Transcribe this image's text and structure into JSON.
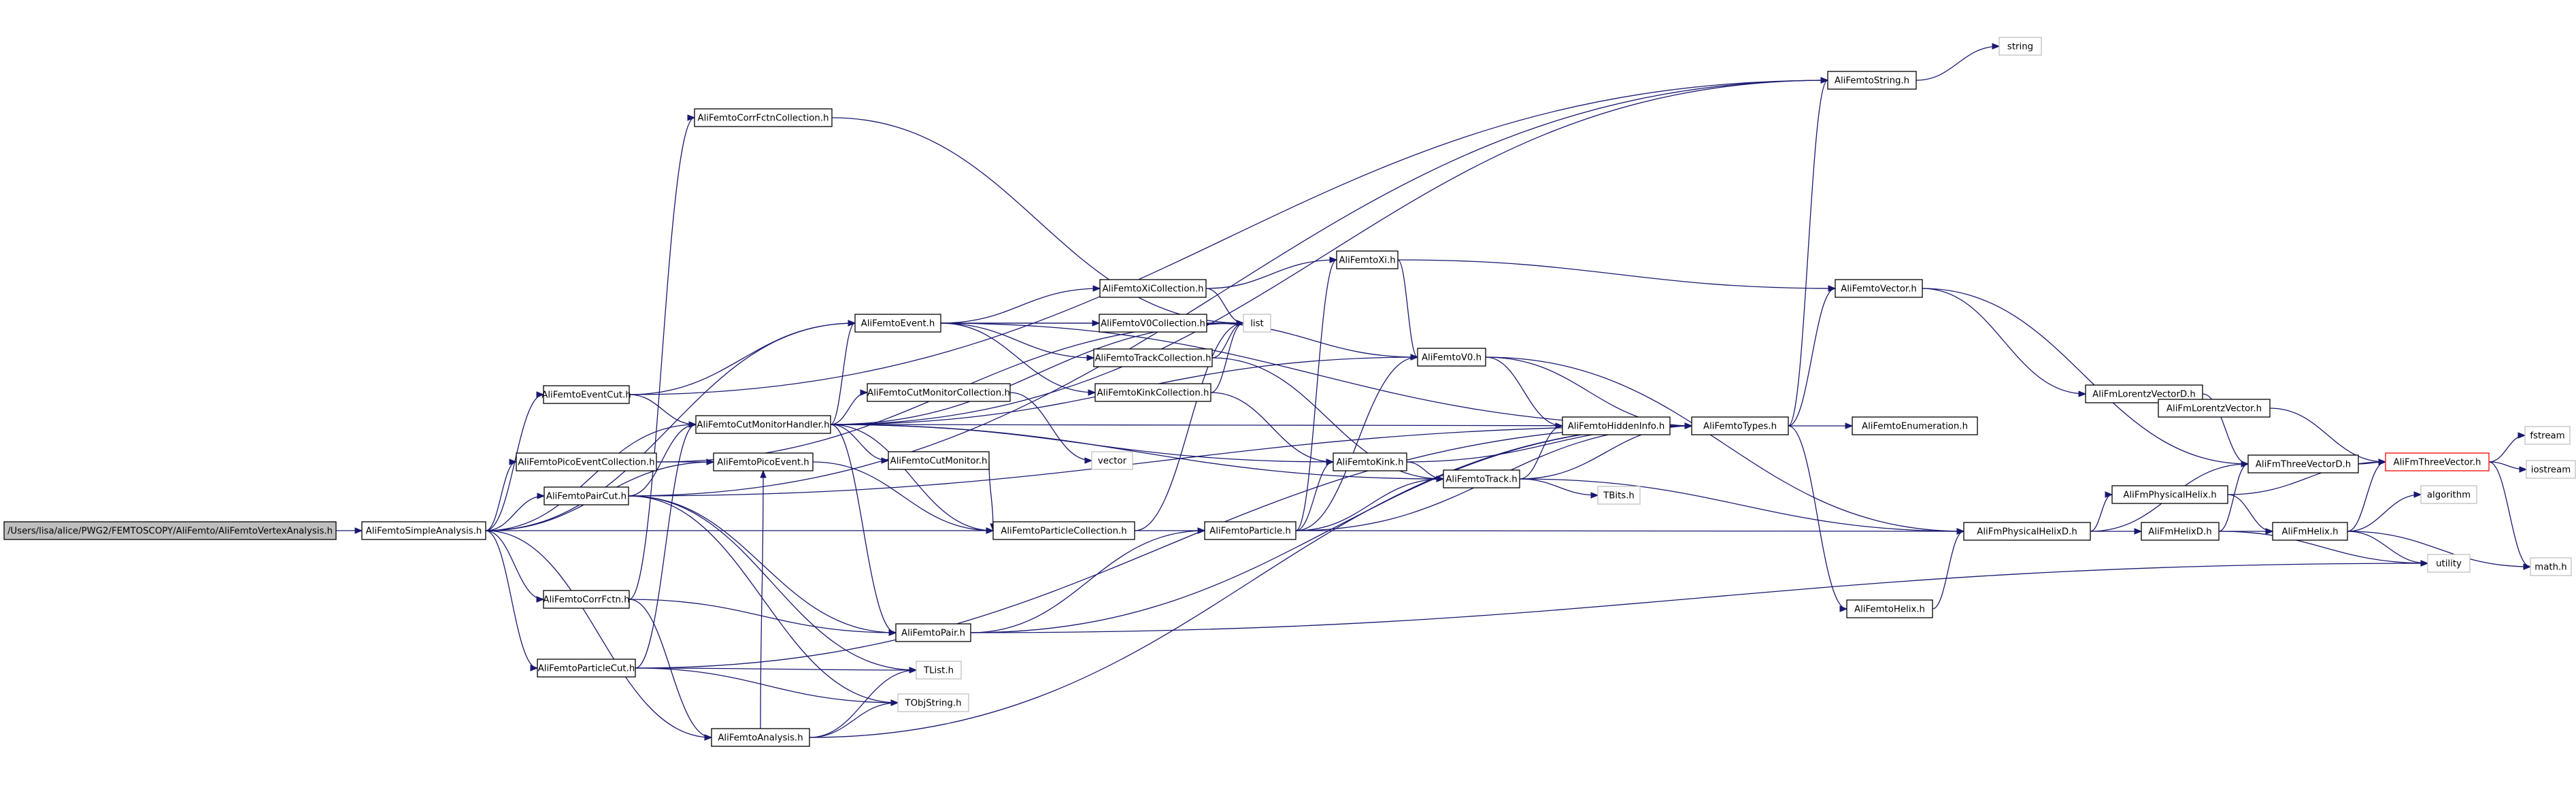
{
  "graph": {
    "colors": {
      "edge": "#191970",
      "node_border": "#000000",
      "external_border": "#bfbfbf",
      "root_fill": "#bfbfbf",
      "truncated_border": "#ff0000"
    },
    "nodes": [
      {
        "id": "root",
        "label": "/Users/lisa/alice/PWG2/FEMTOSCOPY/AliFemto/AliFemtoVertexAnalysis.h",
        "kind": "root"
      },
      {
        "id": "simple",
        "label": "AliFemtoSimpleAnalysis.h",
        "kind": "local"
      },
      {
        "id": "eventcut",
        "label": "AliFemtoEventCut.h",
        "kind": "local"
      },
      {
        "id": "picocoll",
        "label": "AliFemtoPicoEventCollection.h",
        "kind": "local"
      },
      {
        "id": "paircut",
        "label": "AliFemtoPairCut.h",
        "kind": "local"
      },
      {
        "id": "corrfctn",
        "label": "AliFemtoCorrFctn.h",
        "kind": "local"
      },
      {
        "id": "particlecut",
        "label": "AliFemtoParticleCut.h",
        "kind": "local"
      },
      {
        "id": "corrcoll",
        "label": "AliFemtoCorrFctnCollection.h",
        "kind": "local"
      },
      {
        "id": "cmhandler",
        "label": "AliFemtoCutMonitorHandler.h",
        "kind": "local"
      },
      {
        "id": "picoevent",
        "label": "AliFemtoPicoEvent.h",
        "kind": "local"
      },
      {
        "id": "analysis",
        "label": "AliFemtoAnalysis.h",
        "kind": "local"
      },
      {
        "id": "event",
        "label": "AliFemtoEvent.h",
        "kind": "local"
      },
      {
        "id": "cmcoll",
        "label": "AliFemtoCutMonitorCollection.h",
        "kind": "local"
      },
      {
        "id": "cutmon",
        "label": "AliFemtoCutMonitor.h",
        "kind": "local"
      },
      {
        "id": "partcoll",
        "label": "AliFemtoParticleCollection.h",
        "kind": "local"
      },
      {
        "id": "pair",
        "label": "AliFemtoPair.h",
        "kind": "local"
      },
      {
        "id": "tlist",
        "label": "TList.h",
        "kind": "external"
      },
      {
        "id": "tobjstring",
        "label": "TObjString.h",
        "kind": "external"
      },
      {
        "id": "xicoll",
        "label": "AliFemtoXiCollection.h",
        "kind": "local"
      },
      {
        "id": "v0coll",
        "label": "AliFemtoV0Collection.h",
        "kind": "local"
      },
      {
        "id": "trackcoll",
        "label": "AliFemtoTrackCollection.h",
        "kind": "local"
      },
      {
        "id": "kinkcoll",
        "label": "AliFemtoKinkCollection.h",
        "kind": "local"
      },
      {
        "id": "list",
        "label": "list",
        "kind": "external"
      },
      {
        "id": "vector",
        "label": "vector",
        "kind": "external"
      },
      {
        "id": "particle",
        "label": "AliFemtoParticle.h",
        "kind": "local"
      },
      {
        "id": "xi",
        "label": "AliFemtoXi.h",
        "kind": "local"
      },
      {
        "id": "v0",
        "label": "AliFemtoV0.h",
        "kind": "local"
      },
      {
        "id": "kink",
        "label": "AliFemtoKink.h",
        "kind": "local"
      },
      {
        "id": "track",
        "label": "AliFemtoTrack.h",
        "kind": "local"
      },
      {
        "id": "hidden",
        "label": "AliFemtoHiddenInfo.h",
        "kind": "local"
      },
      {
        "id": "tbits",
        "label": "TBits.h",
        "kind": "external"
      },
      {
        "id": "types",
        "label": "AliFemtoTypes.h",
        "kind": "local"
      },
      {
        "id": "femstring",
        "label": "AliFemtoString.h",
        "kind": "local"
      },
      {
        "id": "string",
        "label": "string",
        "kind": "external"
      },
      {
        "id": "femvector",
        "label": "AliFemtoVector.h",
        "kind": "local"
      },
      {
        "id": "enumer",
        "label": "AliFemtoEnumeration.h",
        "kind": "local"
      },
      {
        "id": "femhelix",
        "label": "AliFemtoHelix.h",
        "kind": "local"
      },
      {
        "id": "lorentzd",
        "label": "AliFmLorentzVectorD.h",
        "kind": "local"
      },
      {
        "id": "lorentz",
        "label": "AliFmLorentzVector.h",
        "kind": "local"
      },
      {
        "id": "threevecd",
        "label": "AliFmThreeVectorD.h",
        "kind": "local"
      },
      {
        "id": "threevec",
        "label": "AliFmThreeVector.h",
        "kind": "truncated"
      },
      {
        "id": "physhelix",
        "label": "AliFmPhysicalHelix.h",
        "kind": "local"
      },
      {
        "id": "physhelixd",
        "label": "AliFmPhysicalHelixD.h",
        "kind": "local"
      },
      {
        "id": "helixd",
        "label": "AliFmHelixD.h",
        "kind": "local"
      },
      {
        "id": "helix",
        "label": "AliFmHelix.h",
        "kind": "local"
      },
      {
        "id": "algorithm",
        "label": "algorithm",
        "kind": "external"
      },
      {
        "id": "utility",
        "label": "utility",
        "kind": "external"
      },
      {
        "id": "fstream",
        "label": "fstream",
        "kind": "external"
      },
      {
        "id": "iostream",
        "label": "iostream",
        "kind": "external"
      },
      {
        "id": "math",
        "label": "math.h",
        "kind": "external"
      }
    ],
    "edges": [
      [
        "root",
        "simple"
      ],
      [
        "simple",
        "eventcut"
      ],
      [
        "simple",
        "picocoll"
      ],
      [
        "simple",
        "paircut"
      ],
      [
        "simple",
        "corrfctn"
      ],
      [
        "simple",
        "particlecut"
      ],
      [
        "simple",
        "analysis"
      ],
      [
        "simple",
        "cmhandler"
      ],
      [
        "simple",
        "event"
      ],
      [
        "simple",
        "picoevent"
      ],
      [
        "simple",
        "partcoll"
      ],
      [
        "eventcut",
        "femstring"
      ],
      [
        "eventcut",
        "cmhandler"
      ],
      [
        "eventcut",
        "event"
      ],
      [
        "picocoll",
        "picoevent"
      ],
      [
        "picocoll",
        "list"
      ],
      [
        "paircut",
        "femstring"
      ],
      [
        "paircut",
        "pair"
      ],
      [
        "paircut",
        "cmhandler"
      ],
      [
        "paircut",
        "tlist"
      ],
      [
        "paircut",
        "tobjstring"
      ],
      [
        "paircut",
        "types"
      ],
      [
        "corrfctn",
        "pair"
      ],
      [
        "corrfctn",
        "corrcoll"
      ],
      [
        "corrfctn",
        "analysis"
      ],
      [
        "particlecut",
        "tlist"
      ],
      [
        "particlecut",
        "tobjstring"
      ],
      [
        "particlecut",
        "cmhandler"
      ],
      [
        "particlecut",
        "types"
      ],
      [
        "corrcoll",
        "list"
      ],
      [
        "analysis",
        "tlist"
      ],
      [
        "analysis",
        "tobjstring"
      ],
      [
        "analysis",
        "types"
      ],
      [
        "analysis",
        "picoevent"
      ],
      [
        "cmhandler",
        "types"
      ],
      [
        "cmhandler",
        "event"
      ],
      [
        "cmhandler",
        "track"
      ],
      [
        "cmhandler",
        "v0"
      ],
      [
        "cmhandler",
        "kink"
      ],
      [
        "cmhandler",
        "pair"
      ],
      [
        "cmhandler",
        "cmcoll"
      ],
      [
        "cmhandler",
        "cutmon"
      ],
      [
        "cmhandler",
        "partcoll"
      ],
      [
        "cmhandler",
        "femstring"
      ],
      [
        "cmhandler",
        "list"
      ],
      [
        "picoevent",
        "partcoll"
      ],
      [
        "event",
        "xicoll"
      ],
      [
        "event",
        "v0coll"
      ],
      [
        "event",
        "trackcoll"
      ],
      [
        "event",
        "kinkcoll"
      ],
      [
        "event",
        "list"
      ],
      [
        "event",
        "types"
      ],
      [
        "cmcoll",
        "vector"
      ],
      [
        "cutmon",
        "partcoll"
      ],
      [
        "partcoll",
        "particle"
      ],
      [
        "partcoll",
        "list"
      ],
      [
        "pair",
        "particle"
      ],
      [
        "pair",
        "types"
      ],
      [
        "pair",
        "utility"
      ],
      [
        "xicoll",
        "list"
      ],
      [
        "xicoll",
        "xi"
      ],
      [
        "v0coll",
        "list"
      ],
      [
        "v0coll",
        "v0"
      ],
      [
        "trackcoll",
        "list"
      ],
      [
        "trackcoll",
        "track"
      ],
      [
        "kinkcoll",
        "list"
      ],
      [
        "kinkcoll",
        "kink"
      ],
      [
        "particle",
        "types"
      ],
      [
        "particle",
        "xi"
      ],
      [
        "particle",
        "v0"
      ],
      [
        "particle",
        "kink"
      ],
      [
        "particle",
        "track"
      ],
      [
        "particle",
        "physhelixd"
      ],
      [
        "xi",
        "v0"
      ],
      [
        "xi",
        "femvector"
      ],
      [
        "v0",
        "types"
      ],
      [
        "v0",
        "hidden"
      ],
      [
        "v0",
        "physhelixd"
      ],
      [
        "kink",
        "types"
      ],
      [
        "kink",
        "track"
      ],
      [
        "track",
        "types"
      ],
      [
        "track",
        "hidden"
      ],
      [
        "track",
        "tbits"
      ],
      [
        "track",
        "physhelixd"
      ],
      [
        "hidden",
        "types"
      ],
      [
        "types",
        "femstring"
      ],
      [
        "types",
        "femvector"
      ],
      [
        "types",
        "enumer"
      ],
      [
        "types",
        "femhelix"
      ],
      [
        "femstring",
        "string"
      ],
      [
        "femvector",
        "lorentzd"
      ],
      [
        "femvector",
        "threevecd"
      ],
      [
        "femhelix",
        "physhelixd"
      ],
      [
        "lorentzd",
        "lorentz"
      ],
      [
        "lorentzd",
        "threevecd"
      ],
      [
        "lorentz",
        "threevec"
      ],
      [
        "threevecd",
        "threevec"
      ],
      [
        "physhelixd",
        "physhelix"
      ],
      [
        "physhelixd",
        "helixd"
      ],
      [
        "physhelixd",
        "threevecd"
      ],
      [
        "physhelix",
        "helix"
      ],
      [
        "physhelix",
        "threevec"
      ],
      [
        "helixd",
        "helix"
      ],
      [
        "helixd",
        "threevecd"
      ],
      [
        "helixd",
        "utility"
      ],
      [
        "helix",
        "threevec"
      ],
      [
        "helix",
        "algorithm"
      ],
      [
        "helix",
        "math"
      ],
      [
        "helix",
        "utility"
      ],
      [
        "threevec",
        "fstream"
      ],
      [
        "threevec",
        "iostream"
      ],
      [
        "threevec",
        "math"
      ]
    ]
  }
}
